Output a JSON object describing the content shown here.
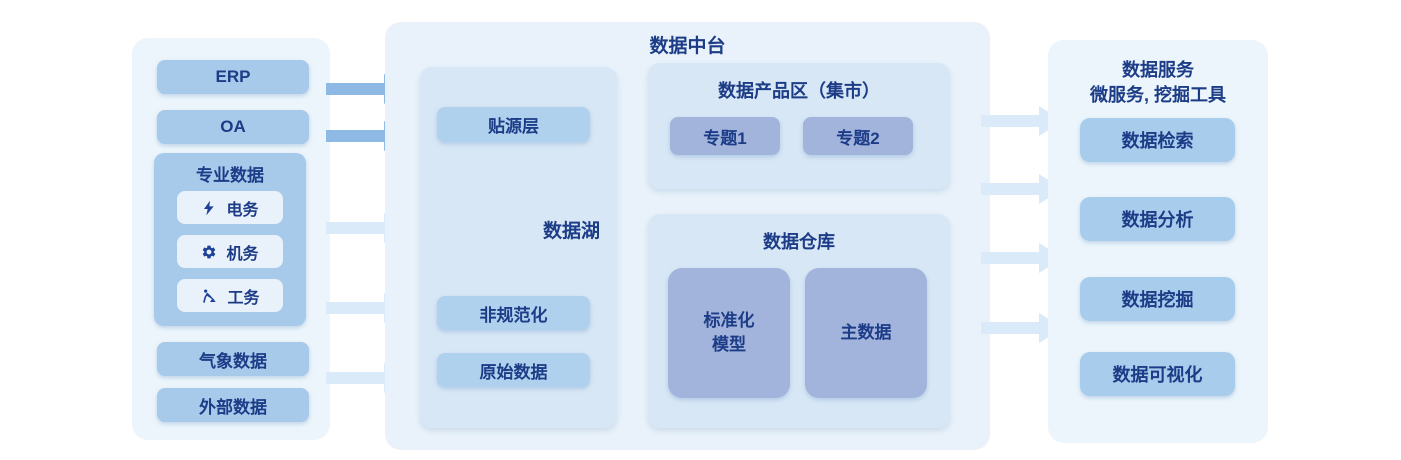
{
  "palette": {
    "text-navy": "#1c3c87",
    "icon-navy": "#1f4198",
    "panel-bg": "#ecf5fb",
    "center-panel-bg": "#e9f2fa",
    "subpanel-bg": "#d7e7f5",
    "box-medium": "#a7c9ea",
    "box-light-item": "#e9f1fa",
    "box-lake": "#b0d1ee",
    "box-periwinkle": "#a2b4dc",
    "box-service": "#a8cdec",
    "arrow-dark": "#8fb9e5",
    "arrow-light": "#dbeaf8"
  },
  "sources_panel": {
    "erp": "ERP",
    "oa": "OA",
    "weather": "气象数据",
    "external": "外部数据",
    "professional_group": {
      "title": "专业数据",
      "items": [
        {
          "icon": "bolt-icon",
          "label": "电务"
        },
        {
          "icon": "gear-icon",
          "label": "机务"
        },
        {
          "icon": "worker-icon",
          "label": "工务"
        }
      ]
    }
  },
  "platform_panel": {
    "title": "数据中台",
    "data_lake": {
      "label": "数据湖",
      "source_layer": "贴源层",
      "non_standardized": "非规范化",
      "raw_data": "原始数据"
    },
    "product_zone": {
      "title": "数据产品区（集市）",
      "topics": [
        "专题1",
        "专题2"
      ]
    },
    "warehouse": {
      "title": "数据仓库",
      "standardized_model": {
        "line1": "标准化",
        "line2": "模型"
      },
      "master_data": "主数据"
    }
  },
  "services_panel": {
    "title_line1": "数据服务",
    "title_line2": "微服务, 挖掘工具",
    "items": [
      "数据检索",
      "数据分析",
      "数据挖掘",
      "数据可视化"
    ]
  }
}
